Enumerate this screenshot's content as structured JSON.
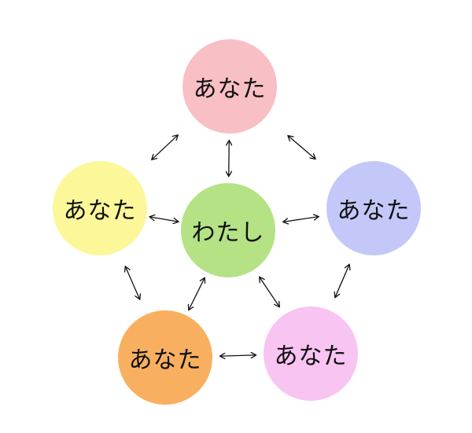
{
  "nodes": [
    {
      "id": "top",
      "label": "あなた",
      "color": "#f8c0c4"
    },
    {
      "id": "left",
      "label": "あなた",
      "color": "#fcf89a"
    },
    {
      "id": "right",
      "label": "あなた",
      "color": "#c4c8f8"
    },
    {
      "id": "center",
      "label": "わたし",
      "color": "#b4e285"
    },
    {
      "id": "bottom-left",
      "label": "あなた",
      "color": "#f8b060"
    },
    {
      "id": "bottom-right",
      "label": "あなた",
      "color": "#f8c4f2"
    }
  ],
  "edges": [
    [
      "left",
      "top"
    ],
    [
      "center",
      "top"
    ],
    [
      "top",
      "right"
    ],
    [
      "left",
      "center"
    ],
    [
      "center",
      "right"
    ],
    [
      "left",
      "bottom-left"
    ],
    [
      "center",
      "bottom-left"
    ],
    [
      "center",
      "bottom-right"
    ],
    [
      "right",
      "bottom-right"
    ],
    [
      "bottom-left",
      "bottom-right"
    ]
  ]
}
